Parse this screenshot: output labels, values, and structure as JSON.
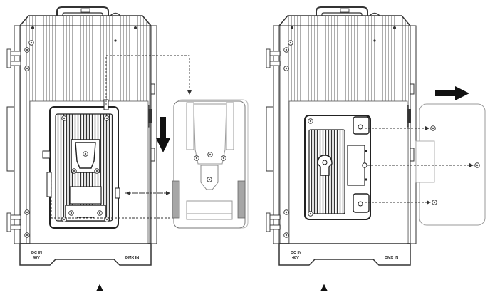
{
  "figure": {
    "left_unit": {
      "port_labels": {
        "dc_in_line1": "DC IN",
        "dc_in_line2": "48V",
        "dmx_in": "DMX IN"
      },
      "step_marker": "▲"
    },
    "right_unit": {
      "port_labels": {
        "dc_in_line1": "DC IN",
        "dc_in_line2": "48V",
        "dmx_in": "DMX IN"
      },
      "step_marker": "▲"
    },
    "arrows": {
      "mount_direction": "down",
      "remove_direction": "right"
    },
    "icons": {
      "wifi": "wifi-icon",
      "arrow_down": "arrow-down-icon",
      "arrow_right": "arrow-right-icon"
    },
    "colors": {
      "line": "#333333",
      "fin": "#9a9a9a",
      "cradle_grey": "#a6a6a6",
      "background": "#ffffff"
    }
  }
}
